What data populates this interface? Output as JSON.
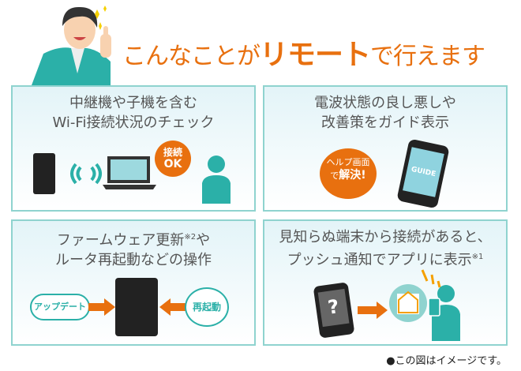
{
  "header": {
    "title_pre": "こんなことが",
    "title_bold": "リモート",
    "title_post": "で行えます"
  },
  "panels": [
    {
      "line1": "中継機や子機を含む",
      "line2": "Wi-Fi接続状況のチェック",
      "bubble": [
        "接続",
        "OK"
      ]
    },
    {
      "line1": "電波状態の良し悪しや",
      "line2": "改善策をガイド表示",
      "bubble": [
        "ヘルプ画面",
        "で",
        "解決!"
      ],
      "screen": "GUIDE"
    },
    {
      "line1": "ファームウェア更新",
      "sup1": "※2",
      "line1b": "や",
      "line2": "ルータ再起動などの操作",
      "cloud": "アップデート",
      "circle": "再起動"
    },
    {
      "line1": "見知らぬ端末から接続があると、",
      "line2": "プッシュ通知でアプリに表示",
      "sup2": "※1",
      "question": "?"
    }
  ],
  "footnote": "●この図はイメージです。",
  "colors": {
    "accent": "#e8700f",
    "teal": "#2bb0a8",
    "border": "#8fd3cf"
  }
}
